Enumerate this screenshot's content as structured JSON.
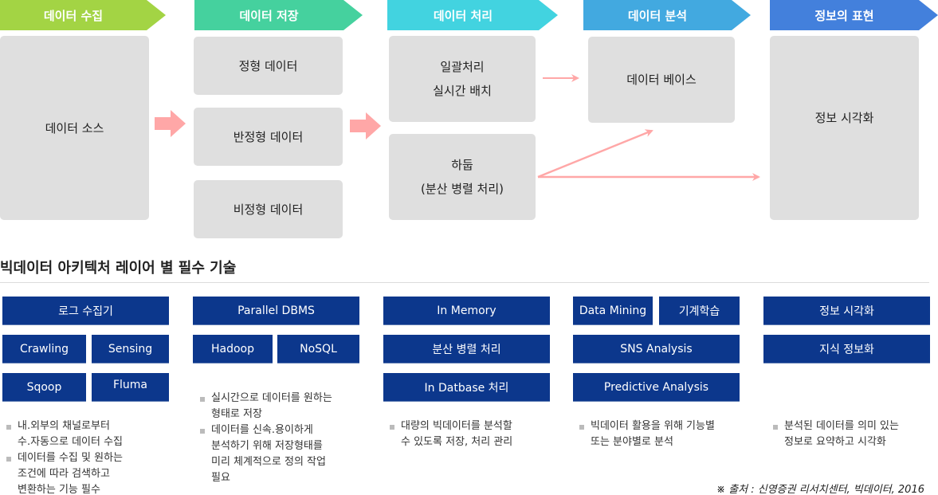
{
  "stages": [
    {
      "label": "데이터 수집",
      "color": "#a3d444"
    },
    {
      "label": "데이터 저장",
      "color": "#45d19e"
    },
    {
      "label": "데이터 처리",
      "color": "#42d3e0"
    },
    {
      "label": "데이터 분석",
      "color": "#42a9e0"
    },
    {
      "label": "정보의 표현",
      "color": "#4380dc"
    }
  ],
  "flow": {
    "source": "데이터 소스",
    "storage": [
      "정형 데이터",
      "반정형 데이터",
      "비정형 데이터"
    ],
    "processing": [
      {
        "line1": "일괄처리",
        "line2": "실시간 배치"
      },
      {
        "line1": "하둡",
        "line2": "(분산 병렬 처리)"
      }
    ],
    "analysis": "데이터 베이스",
    "presentation": "정보 시각화",
    "arrow_color": "#ffa7a7",
    "box_color": "#dfdfdf"
  },
  "section_title": "빅데이터 아키텍처 레이어 별 필수 기술",
  "tech_color": "#0c378c",
  "columns": [
    {
      "techs": [
        "로그 수집기",
        "Crawling",
        "Sensing",
        "Sqoop",
        "Fluma"
      ],
      "bullets": [
        {
          "line1": "내.외부의 채널로부터",
          "line2": "수.자동으로 데이터 수집"
        },
        {
          "line1": "데이터를 수집 및 원하는",
          "line2": "조건에 따라 검색하고",
          "line3": "변환하는 기능 필수"
        }
      ]
    },
    {
      "techs": [
        "Parallel DBMS",
        "Hadoop",
        "NoSQL"
      ],
      "bullets": [
        {
          "line1": "실시간으로 데이터를 원하는",
          "line2": "형태로 저장"
        },
        {
          "line1": "데이터를 신속.용이하게",
          "line2": "분석하기 위해 저장형태를",
          "line3": "미리 체계적으로 정의 작업",
          "line4": "필요"
        }
      ]
    },
    {
      "techs": [
        "In Memory",
        "분산 병렬 처리",
        "In Datbase 처리"
      ],
      "bullets": [
        {
          "line1": "대량의 빅데이터를 분석할",
          "line2": "수 있도록 저장, 처리 관리"
        }
      ]
    },
    {
      "techs": [
        "Data Mining",
        "기계학습",
        "SNS Analysis",
        "Predictive Analysis"
      ],
      "bullets": [
        {
          "line1": "빅데이터 활용을 위해 기능별",
          "line2": "또는 분야별로 분석"
        }
      ]
    },
    {
      "techs": [
        "정보 시각화",
        "지식 정보화"
      ],
      "bullets": [
        {
          "line1": "분석된 데이터를 의미 있는",
          "line2": "정보로 요약하고 시각화"
        }
      ]
    }
  ],
  "source_note": "※ 출처 : 신영증권 리서치센터, 빅데이터, 2016"
}
